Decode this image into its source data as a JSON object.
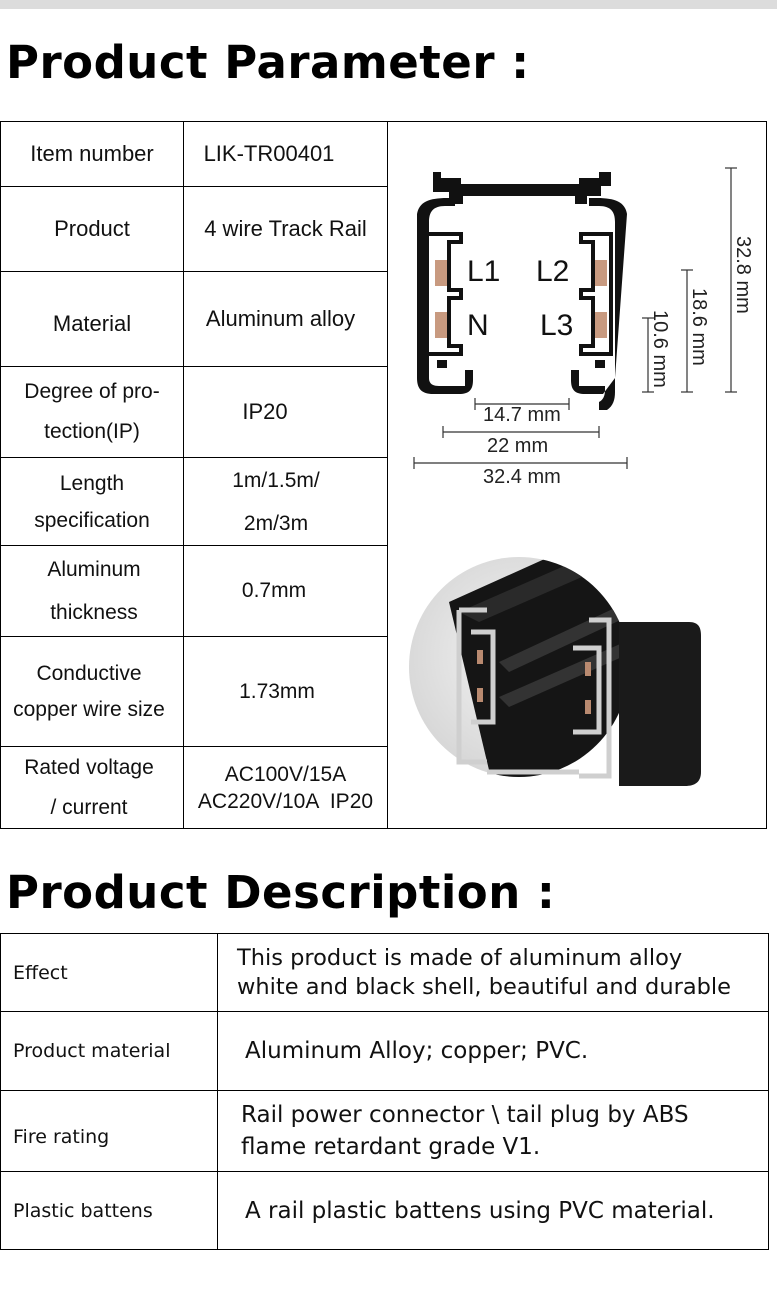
{
  "parameter_section": {
    "title": "Product Parameter :",
    "rows": [
      {
        "label": [
          "Item number"
        ],
        "value": [
          "LIK-TR00401"
        ]
      },
      {
        "label": [
          "Product"
        ],
        "value": [
          "4 wire Track Rail"
        ]
      },
      {
        "label": [
          "Material"
        ],
        "value": [
          "Aluminum alloy"
        ]
      },
      {
        "label": [
          "Degree of pro-",
          "tection(IP)"
        ],
        "value": [
          "IP20"
        ]
      },
      {
        "label": [
          "Length",
          "specification"
        ],
        "value": [
          "1m/1.5m/",
          "2m/3m"
        ]
      },
      {
        "label": [
          "Aluminum",
          "thickness"
        ],
        "value": [
          "0.7mm"
        ]
      },
      {
        "label": [
          "Conductive",
          "copper wire size"
        ],
        "value": [
          "1.73mm"
        ]
      },
      {
        "label": [
          "Rated voltage",
          "/ current"
        ],
        "value": [
          "AC100V/15A",
          "AC220V/10A  IP20"
        ]
      }
    ],
    "diagram": {
      "terminals": [
        "L1",
        "L2",
        "N",
        "L3"
      ],
      "dimensions": {
        "height_total": "32.8 mm",
        "height_mid": "18.6 mm",
        "height_small": "10.6 mm",
        "width_inner": "14.7 mm",
        "width_mid": "22 mm",
        "width_total": "32.4 mm"
      }
    }
  },
  "description_section": {
    "title": "Product Description :",
    "rows": [
      {
        "label": "Effect",
        "value": [
          "This product is made of aluminum alloy",
          "white and black shell, beautiful and durable"
        ]
      },
      {
        "label": "Product material",
        "value": [
          "Aluminum Alloy; copper; PVC."
        ]
      },
      {
        "label": "Fire rating",
        "value": [
          "Rail power connector \\ tail plug by ABS",
          "flame retardant grade V1."
        ]
      },
      {
        "label": "Plastic battens",
        "value": [
          "A rail plastic battens using PVC material."
        ]
      }
    ]
  },
  "colors": {
    "border": "#000000",
    "rail_black": "#111111",
    "rail_gray": "#888888",
    "copper": "#c89a80"
  }
}
